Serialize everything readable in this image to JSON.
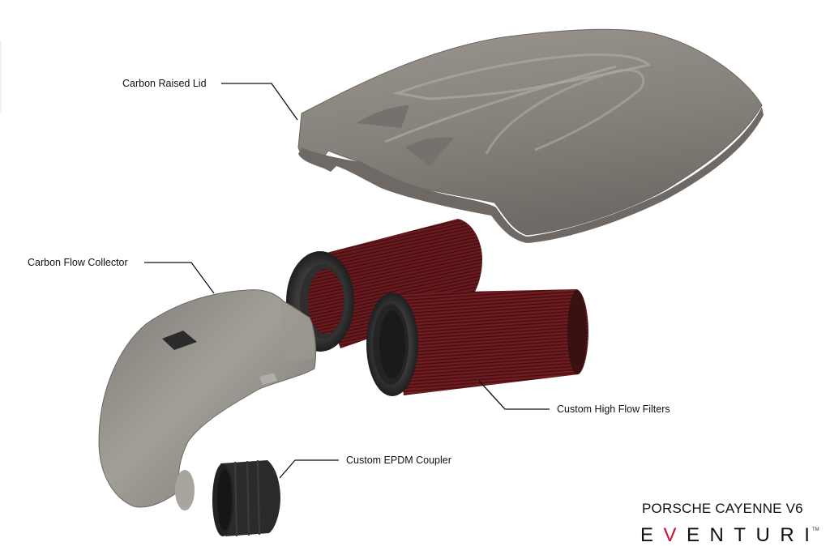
{
  "diagram": {
    "type": "exploded-parts-view",
    "parts": [
      {
        "id": "lid",
        "label": "Carbon Raised Lid",
        "color": "#8c8780"
      },
      {
        "id": "collector",
        "label": "Carbon Flow Collector",
        "color": "#8e8a84"
      },
      {
        "id": "filters",
        "label": "Custom High Flow Filters",
        "color": "#6e1a1e"
      },
      {
        "id": "coupler",
        "label": "Custom EPDM Coupler",
        "color": "#2a2a2a"
      }
    ]
  },
  "labels": {
    "lid": "Carbon Raised Lid",
    "collector": "Carbon Flow Collector",
    "filters": "Custom High Flow Filters",
    "coupler": "Custom EPDM Coupler"
  },
  "footer": {
    "model": "PORSCHE CAYENNE V6",
    "brand_prefix": "E",
    "brand_v": "V",
    "brand_suffix": "ENTURI",
    "trademark": "TM"
  },
  "colors": {
    "brand_accent": "#c8102e",
    "carbon_grey": "#8c8780",
    "filter_red": "#6e1a1e",
    "rubber_black": "#2a2a2a"
  }
}
